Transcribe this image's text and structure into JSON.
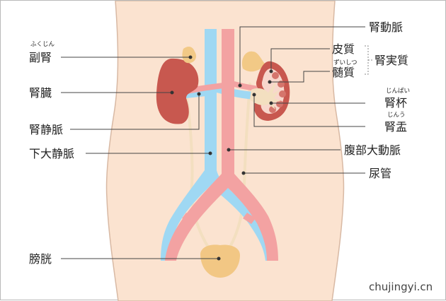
{
  "labels": {
    "adrenal": "副腎",
    "adrenal_ruby": "ふくじん",
    "kidney": "腎臓",
    "renal_vein": "腎静脈",
    "ivc": "下大静脈",
    "bladder": "膀胱",
    "renal_artery": "腎動脈",
    "cortex": "皮質",
    "medulla": "髄質",
    "medulla_ruby": "ずいしつ",
    "parenchyma": "腎実質",
    "calyx": "腎杯",
    "calyx_ruby": "じんぱい",
    "pelvis": "腎盂",
    "pelvis_ruby": "じんう",
    "aorta": "腹部大動脈",
    "ureter": "尿管"
  },
  "watermark": "chujingyi.cn",
  "colors": {
    "skin": "#fbe3d0",
    "skin_outline": "#d8b9a4",
    "vein": "#9fd8f3",
    "artery": "#f3a2a2",
    "kidney": "#c8584f",
    "kidney_inner": "#f8d7cc",
    "adrenal": "#f2c986",
    "ureter": "#f3dfc0",
    "bladder": "#f2c784",
    "leader": "#444444"
  }
}
